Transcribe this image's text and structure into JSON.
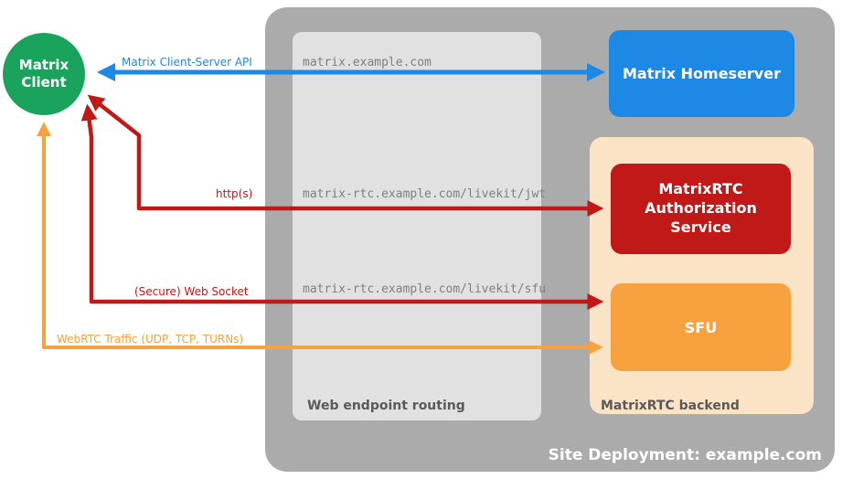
{
  "diagram": {
    "client": {
      "label": "Matrix Client",
      "color": "#1AA35C"
    },
    "site": {
      "label": "Site Deployment: example.com",
      "color": "#ABABAB"
    },
    "routing": {
      "label": "Web endpoint routing",
      "color": "#E1E1E1",
      "endpoints": [
        "matrix.example.com",
        "matrix-rtc.example.com/livekit/jwt",
        "matrix-rtc.example.com/livekit/sfu"
      ]
    },
    "backend": {
      "label": "MatrixRTC backend",
      "color": "#FBE3C5"
    },
    "nodes": {
      "homeserver": {
        "label": "Matrix Homeserver",
        "color": "#1E88E5"
      },
      "auth_service": {
        "label": "MatrixRTC Authorization Service",
        "color": "#C11818"
      },
      "sfu": {
        "label": "SFU",
        "color": "#F8A23F"
      }
    },
    "arrows": [
      {
        "label": "Matrix Client-Server API",
        "color": "#1E88E5",
        "from": "Matrix Client",
        "to": "Matrix Homeserver",
        "bidirectional": true
      },
      {
        "label": "http(s)",
        "color": "#C11818",
        "from": "Matrix Client",
        "to": "MatrixRTC Authorization Service",
        "bidirectional": true
      },
      {
        "label": "(Secure) Web Socket",
        "color": "#C11818",
        "from": "Matrix Client",
        "to": "SFU",
        "bidirectional": true
      },
      {
        "label": "WebRTC Traffic (UDP, TCP, TURNs)",
        "color": "#F8A23F",
        "from": "Matrix Client",
        "to": "SFU",
        "bidirectional": true
      }
    ]
  }
}
